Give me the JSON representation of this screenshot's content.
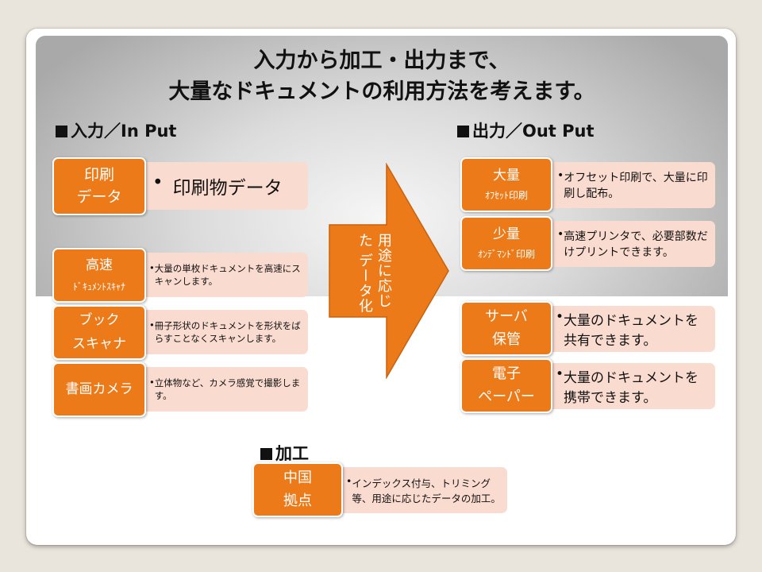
{
  "title": {
    "line1": "入力から加工・出力まで、",
    "line2": "大量なドキュメントの利用方法を考えます。"
  },
  "sections": {
    "input": "入力／In Put",
    "output": "出力／Out Put",
    "process": "加工"
  },
  "arrow": {
    "line1": "用途に応じた",
    "line2": "データ化"
  },
  "input_items": [
    {
      "label1": "印刷",
      "label2": "データ",
      "desc": "印刷物データ"
    },
    {
      "label1": "高速",
      "label2": "ﾄﾞｷｭﾒﾝﾄｽｷｬﾅ",
      "desc": "大量の単枚ドキュメントを高速にスキャンします。"
    },
    {
      "label1": "ブック",
      "label2": "スキャナ",
      "desc": "冊子形状のドキュメントを形状をばらすことなくスキャンします。"
    },
    {
      "label1": "書画カメラ",
      "label2": "",
      "desc": "立体物など、カメラ感覚で撮影します。"
    }
  ],
  "output_items": [
    {
      "label1": "大量",
      "label2": "ｵﾌｾｯﾄ印刷",
      "desc": "オフセット印刷で、大量に印刷し配布。"
    },
    {
      "label1": "少量",
      "label2": "ｵﾝﾃﾞﾏﾝﾄﾞ印刷",
      "desc": "高速プリンタで、必要部数だけプリントできます。"
    },
    {
      "label1": "サーバ",
      "label2": "保管",
      "desc": "大量のドキュメントを共有できます。"
    },
    {
      "label1": "電子",
      "label2": "ペーパー",
      "desc": "大量のドキュメントを携帯できます。"
    }
  ],
  "process_item": {
    "label1": "中国",
    "label2": "拠点",
    "desc": "インデックス付与、トリミング等、用途に応じたデータの加工。"
  },
  "bullet": "•",
  "colors": {
    "accent": "#ec7a18",
    "pale": "#fadbd0"
  }
}
